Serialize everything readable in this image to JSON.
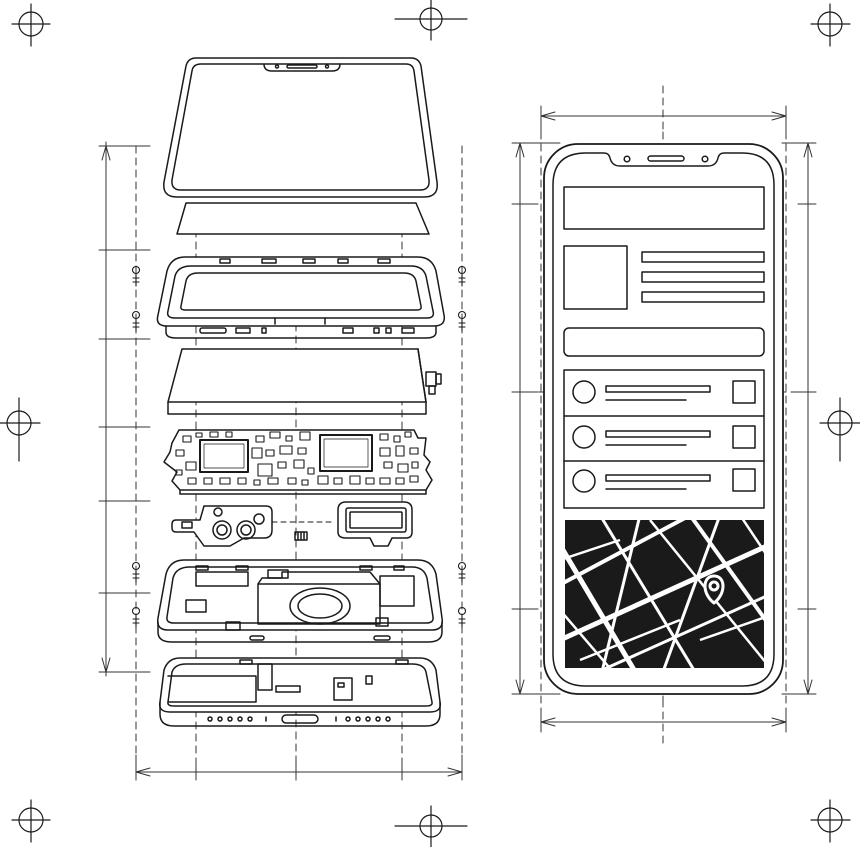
{
  "colors": {
    "ink": "#1a1a1a",
    "paper": "#ffffff",
    "guide": "#555555",
    "map_fill": "#cfcfcf"
  },
  "exploded_view": {
    "layers": [
      "front-glass",
      "display-panel",
      "midframe",
      "battery",
      "logic-board",
      "camera-and-sensor-modules",
      "rear-housing",
      "bottom-chassis"
    ]
  },
  "screen_wireframe": {
    "header_bar": true,
    "hero": {
      "image_placeholder": true,
      "text_lines": 3
    },
    "search_bar": true,
    "list_items": 3,
    "map_view": {
      "pin": "location-pin-icon"
    }
  },
  "registration_marks": 8
}
